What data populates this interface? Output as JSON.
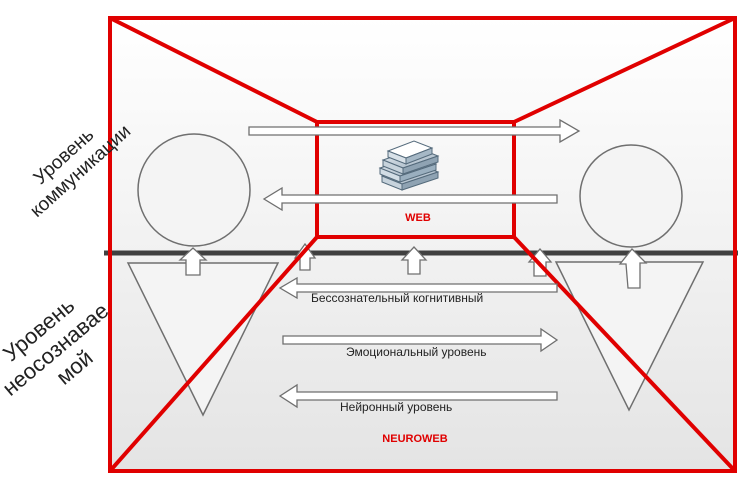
{
  "labels": {
    "communication_level": "Уровень коммуникации",
    "communication_level_lines": [
      "Уровень",
      "коммуникации"
    ],
    "unconscious_level_lines": [
      "Уровень",
      "неосознавае",
      "мой"
    ],
    "web": "WEB",
    "neuroweb": "NEUROWEB",
    "arrow_unconscious": "Бессознательный когнитивный",
    "arrow_emotional": "Эмоциональный уровень",
    "arrow_neuronal": "Нейронный уровень"
  },
  "colors": {
    "frame_red": "#e00000",
    "label_red": "#e00000",
    "divider": "#404040",
    "shape_stroke": "#6f6f6f"
  },
  "icons": {
    "central": "stack-of-books-icon"
  }
}
